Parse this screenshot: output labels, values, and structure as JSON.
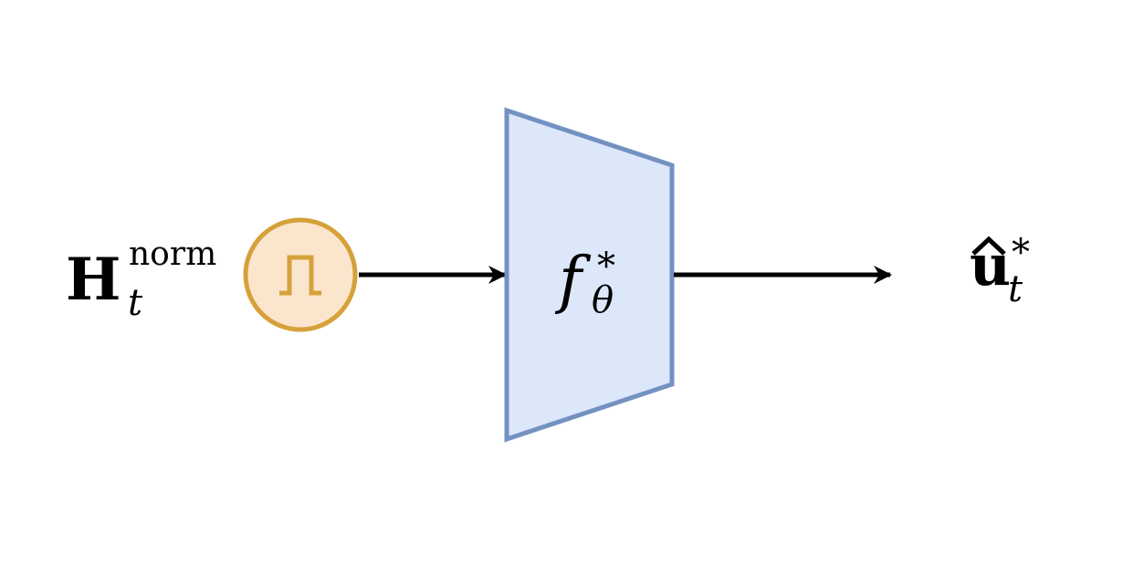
{
  "input": {
    "symbol": "H",
    "subscript": "t",
    "superscript": "norm"
  },
  "activation": {
    "icon": "square-pulse-icon",
    "stroke_color": "#d6a13a",
    "fill_color": "#fbe6cd"
  },
  "network": {
    "symbol": "f",
    "subscript": "θ",
    "superscript": "*",
    "stroke_color": "#7391c2",
    "fill_color": "#dde7fa"
  },
  "output": {
    "symbol": "u",
    "hat": "^",
    "subscript": "t",
    "superscript": "*"
  },
  "arrow_color": "#000000"
}
